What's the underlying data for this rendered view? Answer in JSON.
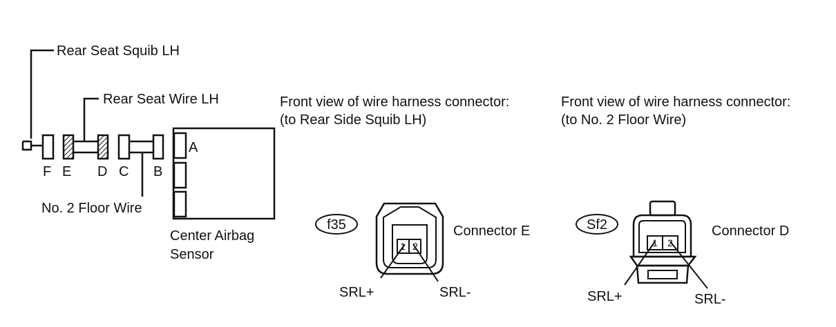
{
  "harness": {
    "rear_seat_squib_label": "Rear Seat Squib LH",
    "rear_seat_wire_label": "Rear Seat Wire LH",
    "floor_wire_label": "No. 2 Floor Wire",
    "sensor_label_line1": "Center Airbag",
    "sensor_label_line2": "Sensor",
    "connector_letters": {
      "f": "F",
      "e": "E",
      "d": "D",
      "c": "C",
      "b": "B",
      "a": "A"
    }
  },
  "connector_e_view": {
    "heading_line1": "Front view of wire harness connector:",
    "heading_line2": "(to Rear Side Squib LH)",
    "code": "f35",
    "name": "Connector E",
    "pin1": "1",
    "pin2": "2",
    "terminal_plus": "SRL+",
    "terminal_minus": "SRL-"
  },
  "connector_d_view": {
    "heading_line1": "Front view of wire harness connector:",
    "heading_line2": "(to No. 2 Floor Wire)",
    "code": "Sf2",
    "name": "Connector D",
    "pin1": "1",
    "pin2": "2",
    "terminal_plus": "SRL+",
    "terminal_minus": "SRL-"
  }
}
